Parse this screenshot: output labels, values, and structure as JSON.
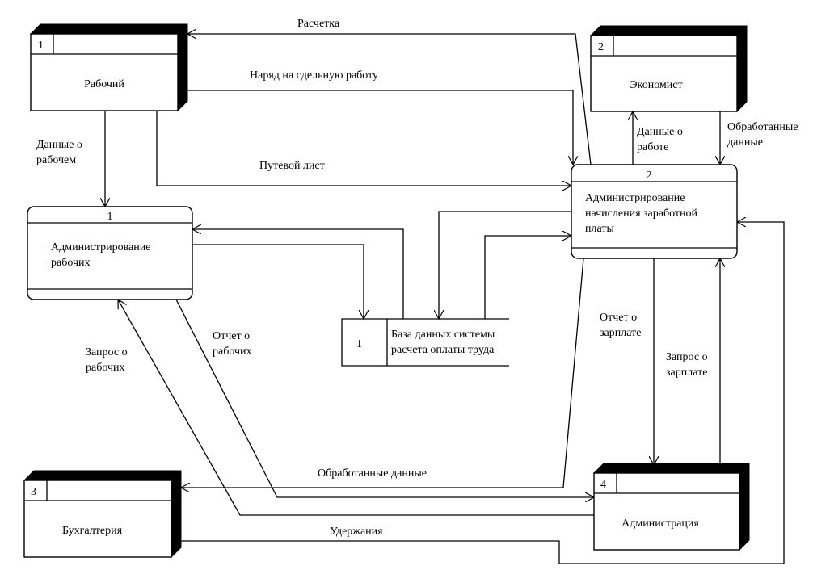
{
  "diagram": {
    "type": "data-flow-diagram",
    "colors": {
      "line": "#000000",
      "background": "#ffffff"
    },
    "external_entities": [
      {
        "id": "1",
        "label": "Рабочий"
      },
      {
        "id": "2",
        "label": "Экономист"
      },
      {
        "id": "3",
        "label": "Бухгалтерия"
      },
      {
        "id": "4",
        "label": "Администрация"
      }
    ],
    "processes": [
      {
        "id": "1",
        "label_lines": [
          "Администрирование",
          "рабочих"
        ]
      },
      {
        "id": "2",
        "label_lines": [
          "Администрирование",
          "начисления заработной",
          "платы"
        ]
      }
    ],
    "data_stores": [
      {
        "id": "1",
        "label_lines": [
          "База данных системы",
          "расчета оплаты труда"
        ]
      }
    ],
    "flows": [
      {
        "from": "process-2",
        "to": "entity-1",
        "label_lines": [
          "Расчетка"
        ]
      },
      {
        "from": "entity-1",
        "to": "process-2",
        "label_lines": [
          "Наряд на сдельную работу"
        ]
      },
      {
        "from": "entity-1",
        "to": "process-2",
        "label_lines": [
          "Путевой лист"
        ]
      },
      {
        "from": "entity-1",
        "to": "process-1",
        "label_lines": [
          "Данные о",
          "рабочем"
        ]
      },
      {
        "from": "process-2",
        "to": "entity-2",
        "label_lines": [
          "Данные о",
          "работе"
        ]
      },
      {
        "from": "entity-2",
        "to": "process-2",
        "label_lines": [
          "Обработанные",
          "данные"
        ]
      },
      {
        "from": "process-1",
        "to": "data-store-1",
        "label_lines": []
      },
      {
        "from": "data-store-1",
        "to": "process-1",
        "label_lines": []
      },
      {
        "from": "process-2",
        "to": "data-store-1",
        "label_lines": []
      },
      {
        "from": "data-store-1",
        "to": "process-2",
        "label_lines": []
      },
      {
        "from": "process-1",
        "to": "entity-4",
        "label_lines": [
          "Отчет о",
          "рабочих"
        ]
      },
      {
        "from": "entity-4",
        "to": "process-1",
        "label_lines": [
          "Запрос о",
          "рабочих"
        ]
      },
      {
        "from": "process-2",
        "to": "entity-4",
        "label_lines": [
          "Отчет о",
          "зарплате"
        ]
      },
      {
        "from": "entity-4",
        "to": "process-2",
        "label_lines": [
          "Запрос о",
          "зарплате"
        ]
      },
      {
        "from": "process-2",
        "to": "entity-3",
        "label_lines": [
          "Обработанные данные"
        ]
      },
      {
        "from": "entity-3",
        "to": "process-2",
        "label_lines": [
          "Удержания"
        ]
      }
    ]
  }
}
